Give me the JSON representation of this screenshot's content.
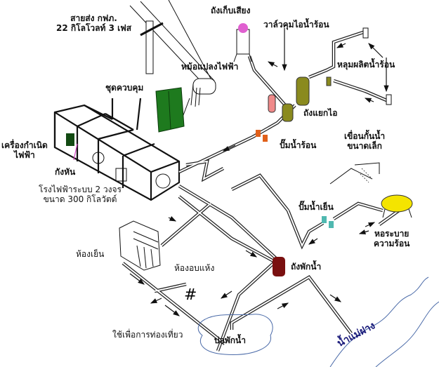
{
  "labels": {
    "transmission_line": [
      "สายส่ง กฟภ.",
      "22 กิโลโวลท์ 3 เฟส"
    ],
    "silencer_tank": "ถังเก็บเสียง",
    "steam_valve": "วาล์วคุมไอน้ำร้อน",
    "transformer": "หม้อแปลงไฟฟ้า",
    "control_unit": "ชุดควบคุม",
    "hot_water_well": "หลุมผลิตน้ำร้อน",
    "separator_tank": "ถังแยกไอ",
    "hot_water_pump": "ปั๊มน้ำร้อน",
    "generator": [
      "เครื่องกำเนิด",
      "ไฟฟ้า"
    ],
    "turbine": "กังหัน",
    "power_plant": [
      "โรงไฟฟ้าระบบ 2 วงจร",
      "ขนาด 300 กิโลวัตต์"
    ],
    "small_dam": [
      "เขื่อนกั้นน้ำ",
      "ขนาดเล็ก"
    ],
    "cold_water_pump": "ปั๊มน้ำเย็น",
    "cooling_tower": [
      "หอระบาย",
      "ความร้อน"
    ],
    "cold_room": "ห้องเย็น",
    "drying_room": "ห้องอบแห้ง",
    "storage_tank": "ถังพักน้ำ",
    "tourism_use": "ใช้เพื่อการท่องเที่ยว",
    "holding_pond": "บ่อพักน้ำ",
    "river": "น้ำแม่ฝาง"
  },
  "colors": {
    "control_cabinet": "#1e7a1e",
    "separator": "#8a8a1e",
    "pink_tank": "#f08a8a",
    "pump_hot": "#e0601a",
    "pump_cold": "#4fb8b0",
    "cooling_tower": "#f4e400",
    "storage_tank": "#7a1010",
    "silencer_top": "#e060d0",
    "water": "#4a6aa8",
    "river_text": "#1a1a7a"
  }
}
